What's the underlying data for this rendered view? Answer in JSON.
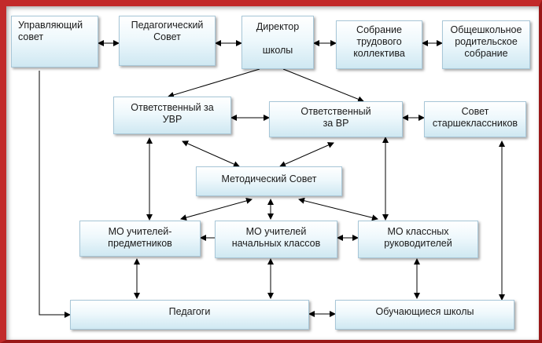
{
  "nodes": {
    "upravl_sovet": {
      "lines": [
        "Управляющий",
        "совет"
      ]
    },
    "ped_sovet": {
      "lines": [
        "Педагогический",
        "Совет"
      ]
    },
    "director": {
      "lines": [
        "Директор",
        "",
        "школы"
      ]
    },
    "sobranie_tk": {
      "lines": [
        "Собрание",
        "трудового",
        "коллектива"
      ]
    },
    "roditel": {
      "lines": [
        "Общешкольное",
        "родительское",
        "собрание"
      ]
    },
    "otv_uvr": {
      "lines": [
        "Ответственный  за",
        "УВР"
      ]
    },
    "otv_vr": {
      "lines": [
        "Ответственный",
        "за ВР"
      ]
    },
    "sovet_star": {
      "lines": [
        "Совет",
        "старшеклассников"
      ]
    },
    "metod_sovet": {
      "lines": [
        "Методический Совет"
      ]
    },
    "mo_predm": {
      "lines": [
        "МО учителей-",
        "предметников"
      ]
    },
    "mo_nach": {
      "lines": [
        "МО учителей",
        "начальных классов"
      ]
    },
    "mo_klass": {
      "lines": [
        "МО классных",
        "руководителей"
      ]
    },
    "pedagogi": {
      "lines": [
        "Педагоги"
      ]
    },
    "obuch": {
      "lines": [
        "Обучающиеся школы"
      ]
    }
  },
  "colors": {
    "frame": "#c22a2a",
    "box_border": "#a8c7d8",
    "box_fill_top": "#ffffff",
    "box_fill_bottom": "#cfe8f2",
    "arrow": "#000000"
  }
}
